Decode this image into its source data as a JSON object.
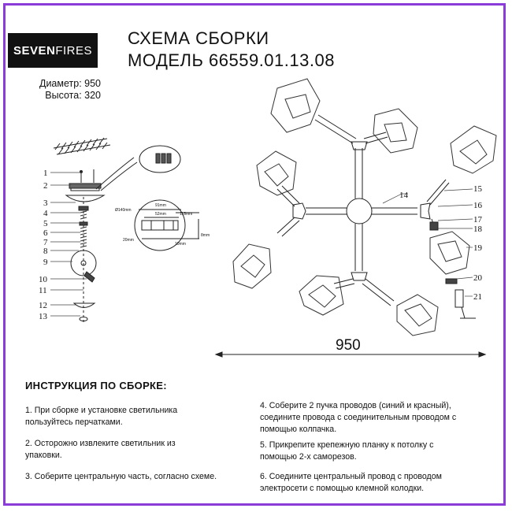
{
  "brand": {
    "logo_bold": "SEVEN",
    "logo_light": "FIRES"
  },
  "header": {
    "title_line1": "СХЕМА СБОРКИ",
    "title_line2": "МОДЕЛЬ 66559.01.13.08"
  },
  "dimensions": {
    "diameter": "Диаметр: 950",
    "height": "Высота: 320",
    "width_label": "950"
  },
  "left_diagram_labels": [
    "1",
    "2",
    "3",
    "4",
    "5",
    "6",
    "7",
    "8",
    "9",
    "10",
    "11",
    "12",
    "13"
  ],
  "right_diagram_labels": [
    "14",
    "15",
    "16",
    "17",
    "18",
    "19",
    "20",
    "21"
  ],
  "detail_dims": {
    "d140": "Ø140mm",
    "d91": "91mm",
    "d52": "52mm",
    "d118": "118mm",
    "d20": "20mm",
    "d10": "10mm",
    "d8": "8mm"
  },
  "instructions": {
    "heading": "ИНСТРУКЦИЯ ПО СБОРКЕ:",
    "step1": "1. При сборке и установке светильника пользуйтесь перчатками.",
    "step2": "2. Осторожно извлеките светильник из упаковки.",
    "step3": "3. Соберите центральную часть, согласно схеме.",
    "step4": "4. Соберите 2 пучка проводов (синий и красный), соедините провода с соединительным проводом с помощью колпачка.",
    "step5": "5. Прикрепите крепежную планку к потолку с помощью 2-х саморезов.",
    "step6": "6. Соедините центральный провод с проводом электросети с помощью клемной колодки."
  },
  "colors": {
    "frame": "#8a3bd8",
    "logo_bg": "#111111"
  }
}
